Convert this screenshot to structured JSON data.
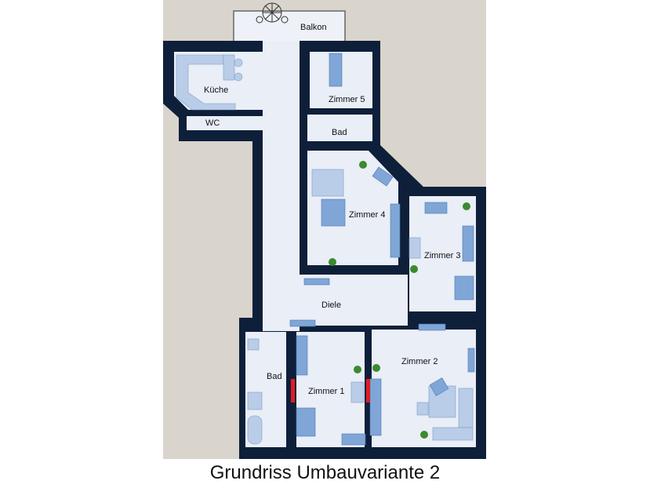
{
  "caption": "Grundriss Umbauvariante 2",
  "rooms": {
    "balkon": "Balkon",
    "kueche": "Küche",
    "wc": "WC",
    "zimmer5": "Zimmer 5",
    "bad_top": "Bad",
    "zimmer4": "Zimmer 4",
    "zimmer3": "Zimmer 3",
    "diele": "Diele",
    "bad_bottom": "Bad",
    "zimmer1": "Zimmer 1",
    "zimmer2": "Zimmer 2"
  },
  "colors": {
    "wall": "#0e1f3a",
    "floor": "#e9eef7",
    "background": "#d9d4cc",
    "furniture": "#7fa6d6",
    "marker": "#e01b24"
  }
}
